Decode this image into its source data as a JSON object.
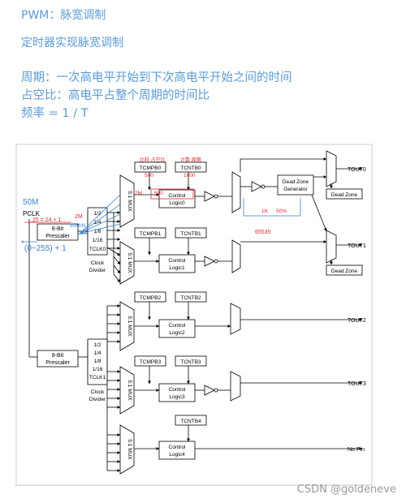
{
  "notes": {
    "title": "PWM：脉宽调制",
    "subtitle": "定时器实现脉宽调制",
    "line1": "周期：一次高电平开始到下次高电平开始之间的时间",
    "line2": "占空比：高电平占整个周期的时间比",
    "line3": "频率 = 1 / T"
  },
  "diagram": {
    "pclk": "PCLK",
    "prescaler": [
      "8-Bit",
      "Prescaler"
    ],
    "divider": [
      "1/2",
      "1/4",
      "1/8",
      "1/16"
    ],
    "tclk0": "TCLK0",
    "tclk1": "TCLK1",
    "clock_divider": [
      "Clock",
      "Divider"
    ],
    "mux": "5:1 MUX",
    "tcmpb": [
      "TCMPB0",
      "TCMPB1",
      "TCMPB2",
      "TCMPB3"
    ],
    "tcntb": [
      "TCNTB0",
      "TCNTB1",
      "TCNTB2",
      "TCNTB3",
      "TCNTB4"
    ],
    "logic": [
      [
        "Control",
        "Logic0"
      ],
      [
        "Control",
        "Logic1"
      ],
      [
        "Control",
        "Logic2"
      ],
      [
        "Control",
        "Logic3"
      ],
      [
        "Control",
        "Logic4"
      ]
    ],
    "dead_zone_gen": [
      "Dead Zone",
      "Generator"
    ],
    "dead_zone": "Dead Zone",
    "outputs": [
      "TOUT0",
      "TOUT1",
      "TOUT2",
      "TOUT3",
      "No Pin"
    ]
  },
  "annotations": {
    "freq_50m": "50M",
    "calc": "25 = 24 + 1",
    "freq_2m": "2M",
    "ratio": "50M/N",
    "range": "(0~255) + 1",
    "compare_label": "比较    占空比",
    "count_label": "计数    周期",
    "val_500": "500",
    "val_1000": "1000",
    "val_1k": "1K",
    "pct_50": "50%",
    "val_65535": "65535",
    "mux_tag": "2M",
    "logic_tag": "500"
  },
  "watermark": "CSDN @goldeneve",
  "colors": {
    "note": "#5b9bd5",
    "annot_red": "#e0262f",
    "annot_blue": "#3a7fd0",
    "line": "#000000"
  }
}
